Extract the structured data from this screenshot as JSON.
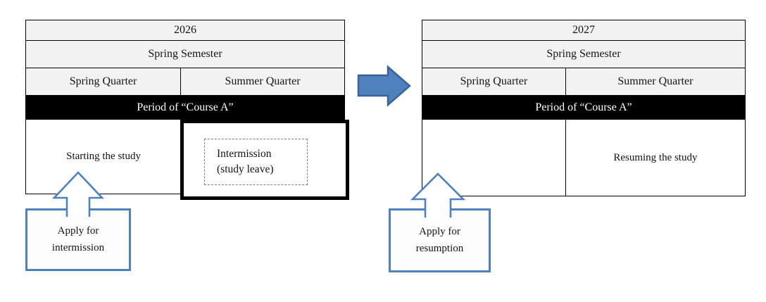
{
  "left": {
    "year": "2026",
    "semester": "Spring Semester",
    "quarter1": "Spring Quarter",
    "quarter2": "Summer Quarter",
    "period": "Period of “Course A”",
    "start": "Starting the study",
    "pause": {
      "line1": "Intermission",
      "line2": "(study leave)"
    },
    "callout": {
      "line1": "Apply for",
      "line2": "intermission"
    }
  },
  "right": {
    "year": "2027",
    "semester": "Spring Semester",
    "quarter1": "Spring Quarter",
    "quarter2": "Summer Quarter",
    "period": "Period of “Course A”",
    "resume": "Resuming the study",
    "callout": {
      "line1": "Apply for",
      "line2": "resumption"
    }
  },
  "colors": {
    "accent_blue": "#4f81bd",
    "solid_arrow_border": "#3b6395",
    "header_bg": "#f2f2f2",
    "banner_bg": "#000000",
    "dashed_border": "#7f7f7f"
  }
}
